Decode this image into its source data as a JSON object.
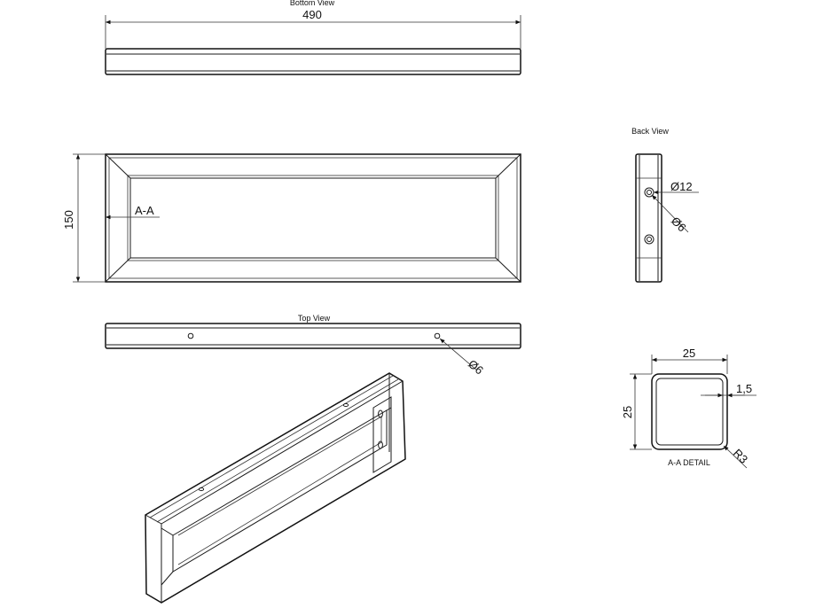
{
  "views": {
    "bottom": "Bottom View",
    "top": "Top View",
    "back": "Back View",
    "detail": "A-A DETAIL"
  },
  "dimensions": {
    "length": "490",
    "height": "150",
    "section": "A-A",
    "hole_top": "Ø6",
    "back_outer": "Ø12",
    "back_inner": "Ø6",
    "tube_width": "25",
    "tube_height": "25",
    "wall": "1,5",
    "radius": "R3"
  }
}
